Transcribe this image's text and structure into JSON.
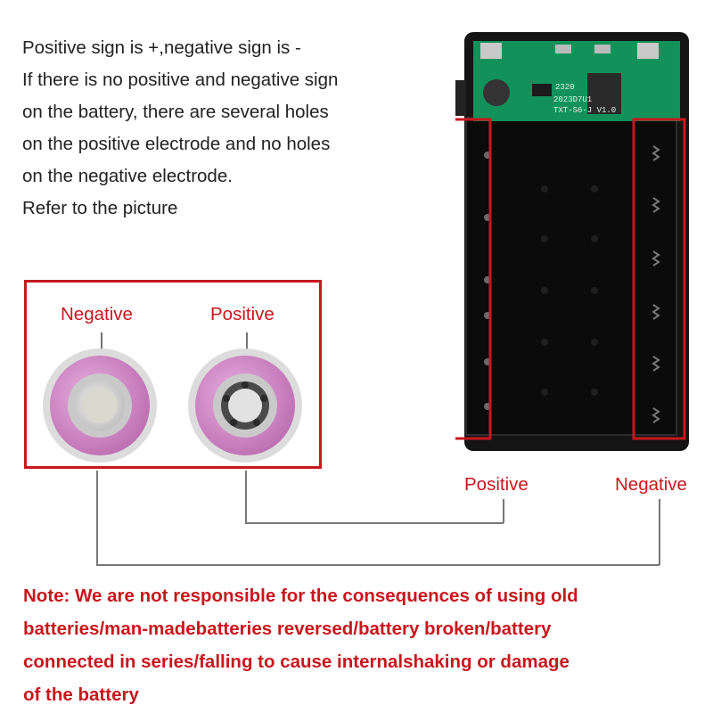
{
  "intro": {
    "lines": [
      "Positive sign is +,negative sign is -",
      "If there is no positive and negative sign",
      "on the battery, there are several holes",
      "on the positive electrode and no holes",
      "on the negative electrode.",
      "Refer to the picture"
    ]
  },
  "cells": {
    "negative_label": "Negative",
    "positive_label": "Positive"
  },
  "device": {
    "positive_label": "Positive",
    "negative_label": "Negative",
    "pcb_text_1": "2023D7U1",
    "pcb_text_2": "TXT-S6-J V1.0",
    "pcb_text_3": "2320"
  },
  "note": {
    "lines": [
      "Note: We are not responsible for the consequences of using old",
      "batteries/man-madebatteries reversed/battery broken/battery",
      "connected in series/falling to cause internalshaking or damage",
      "of the battery"
    ]
  },
  "colors": {
    "accent_red": "#c8171d",
    "battery_wrap": "#d58ccb",
    "pcb_green": "#12925a",
    "case_black": "#151515"
  }
}
